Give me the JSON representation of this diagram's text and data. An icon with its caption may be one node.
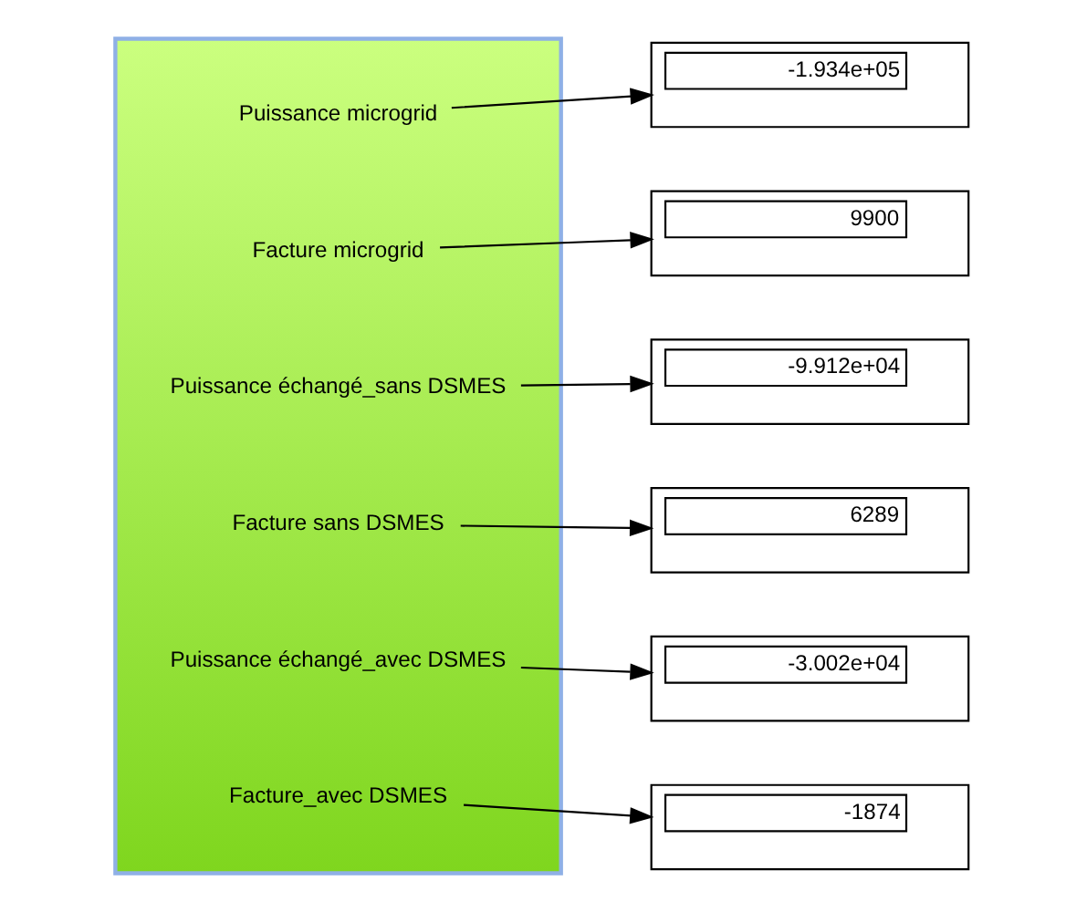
{
  "diagram": {
    "nodes": [
      {
        "text": [],
        "shape": "box"
      },
      {
        "text": [
          "Puissance microgrid"
        ],
        "in": 0
      },
      {
        "text": [
          "Facture microgrid"
        ],
        "in": 0
      },
      {
        "text": [
          "Puissance échangé_sans DSMES"
        ],
        "in": 0
      },
      {
        "text": [
          "Facture sans DSMES"
        ],
        "in": 0
      },
      {
        "text": [
          "Puissance échangé_avec DSMES"
        ],
        "in": 0
      },
      {
        "text": [
          "Facture_avec DSMES"
        ],
        "in": 0
      },
      {
        "text": [
          "-1.934e+05"
        ]
      },
      {
        "text": [
          "9900"
        ]
      },
      {
        "text": [
          "-9.912e+04"
        ]
      },
      {
        "text": [
          "6289"
        ]
      },
      {
        "text": [
          "-3.002e+04"
        ]
      },
      {
        "text": [
          "-1874"
        ]
      }
    ],
    "edges": [
      {
        "from": 1,
        "to": 7,
        "arrow": "to"
      },
      {
        "from": 2,
        "to": 8,
        "arrow": "to"
      },
      {
        "from": 3,
        "to": 9,
        "arrow": "to"
      },
      {
        "from": 4,
        "to": 10,
        "arrow": "to"
      },
      {
        "from": 5,
        "to": 11,
        "arrow": "to"
      },
      {
        "from": 6,
        "to": 12,
        "arrow": "to"
      }
    ]
  }
}
